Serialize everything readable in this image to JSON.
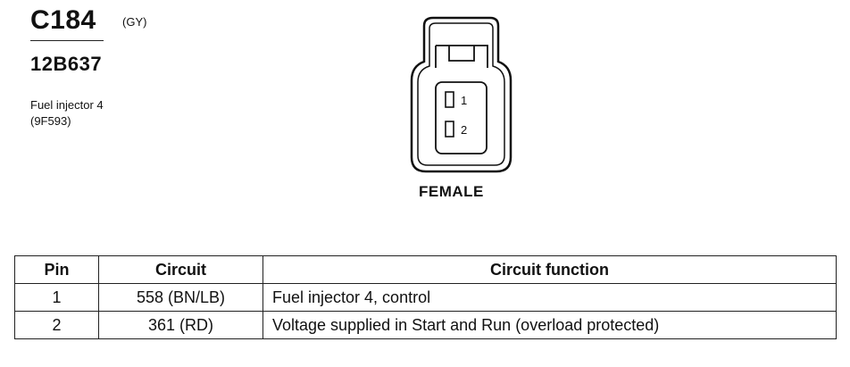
{
  "connector": {
    "id": "C184",
    "color_code": "(GY)",
    "part_number": "12B637",
    "description": "Fuel injector 4",
    "description_code": "(9F593)",
    "gender": "FEMALE",
    "pin_labels": [
      "1",
      "2"
    ]
  },
  "table": {
    "headers": [
      "Pin",
      "Circuit",
      "Circuit function"
    ],
    "rows": [
      {
        "pin": "1",
        "circuit": "558 (BN/LB)",
        "function": "Fuel injector 4, control"
      },
      {
        "pin": "2",
        "circuit": "361 (RD)",
        "function": "Voltage supplied in Start and Run (overload protected)"
      }
    ]
  }
}
